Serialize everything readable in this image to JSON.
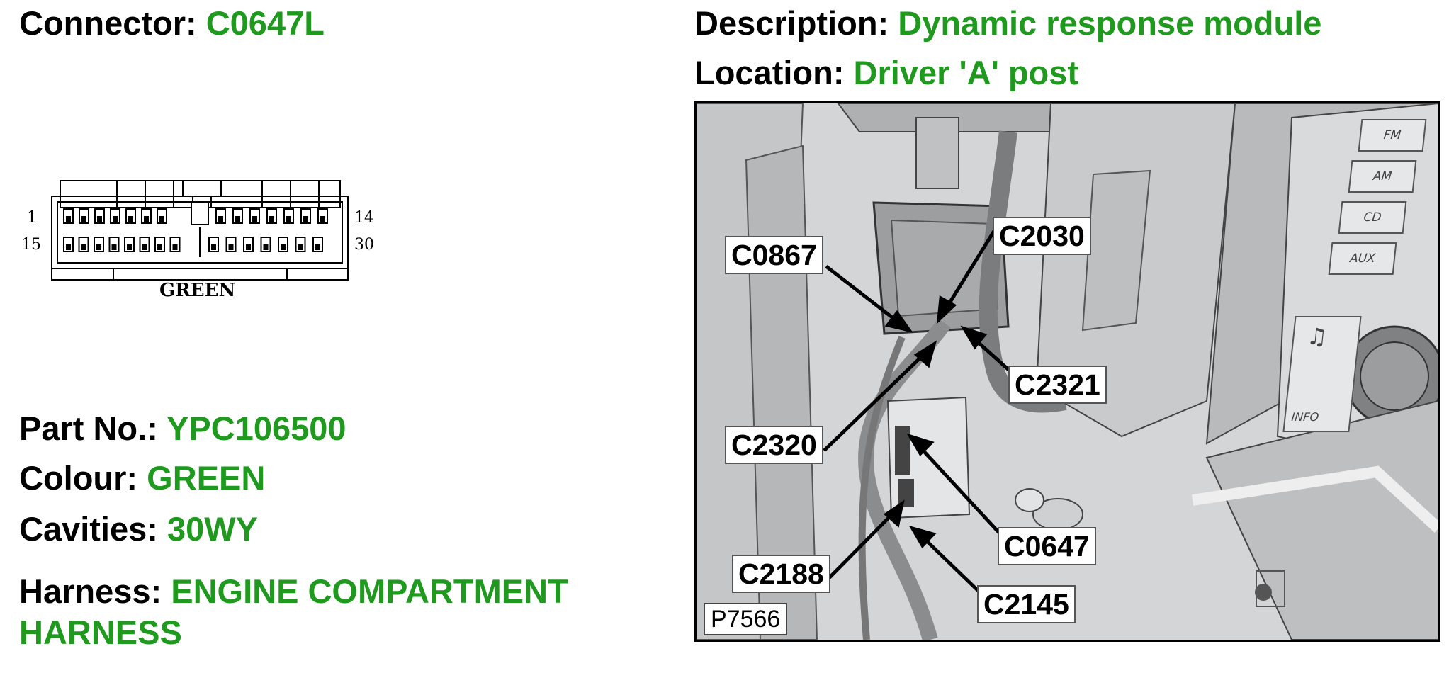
{
  "connector": {
    "label": "Connector:",
    "value": "C0647L"
  },
  "description": {
    "label": "Description:",
    "value": "Dynamic response module"
  },
  "location": {
    "label": "Location:",
    "value": "Driver 'A' post"
  },
  "connector_diagram": {
    "pin_top_left": "1",
    "pin_top_right": "14",
    "pin_bottom_left": "15",
    "pin_bottom_right": "30",
    "colour_caption": "GREEN"
  },
  "part_no": {
    "label": "Part No.:",
    "value": "YPC106500"
  },
  "colour": {
    "label": "Colour:",
    "value": "GREEN"
  },
  "cavities": {
    "label": "Cavities:",
    "value": "30WY"
  },
  "harness": {
    "label": "Harness:",
    "value_line1": "ENGINE COMPARTMENT",
    "value_line2": "HARNESS"
  },
  "photo": {
    "reference": "P7566",
    "callouts": [
      "C0867",
      "C2030",
      "C2321",
      "C2320",
      "C0647",
      "C2188",
      "C2145"
    ],
    "radio_buttons": [
      "FM",
      "AM",
      "CD",
      "AUX",
      "INFO"
    ],
    "music_symbol": "♫"
  },
  "colors": {
    "label": "#000000",
    "value": "#1f9a1f"
  }
}
